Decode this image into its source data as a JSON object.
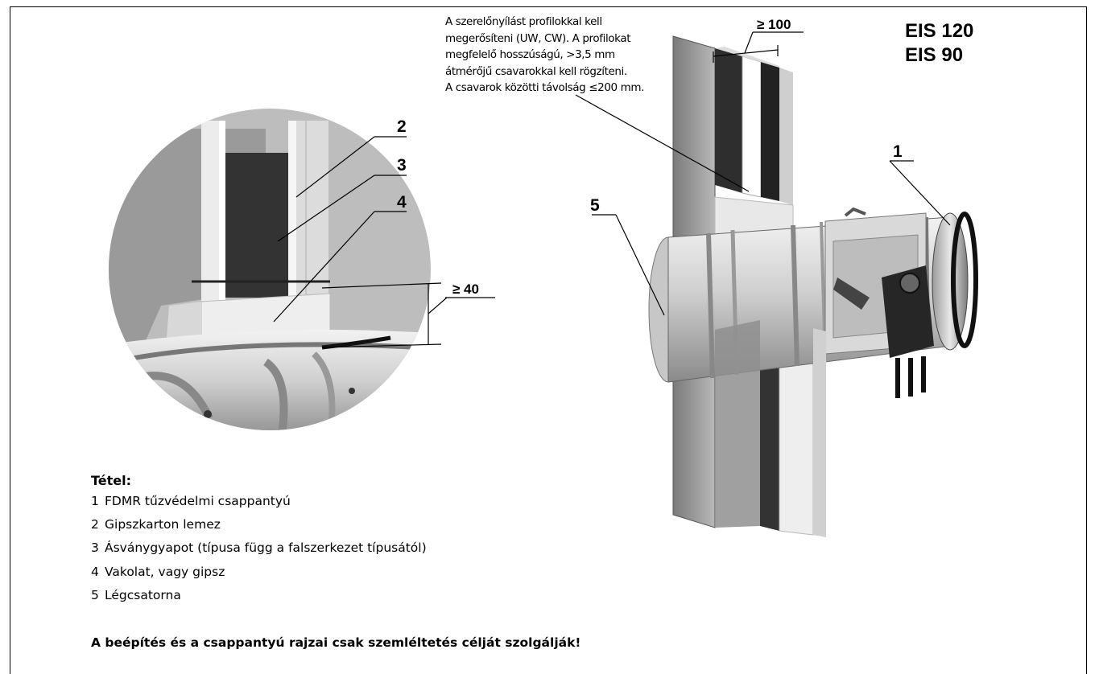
{
  "standards": [
    "EIS 120",
    "EIS 90"
  ],
  "note_lines": [
    "A szerelőnyílást profilokkal kell",
    "megerősíteni (UW, CW). A profilokat",
    "megfelelő hosszúságú, >3,5 mm",
    "átmérőjű csavarokkal kell rögzíteni.",
    "A csavarok közötti távolság ≤200 mm."
  ],
  "dimensions": {
    "min_100": "≥ 100",
    "min_40": "≥ 40"
  },
  "callouts": {
    "c1": "1",
    "c2": "2",
    "c3": "3",
    "c4": "4",
    "c5": "5"
  },
  "legend": {
    "title": "Tétel:",
    "items": [
      {
        "num": "1",
        "text": "FDMR tűzvédelmi csappantyú"
      },
      {
        "num": "2",
        "text": "Gipszkarton lemez"
      },
      {
        "num": "3",
        "text": "Ásványgyapot (típusa függ a falszerkezet típusától)"
      },
      {
        "num": "4",
        "text": "Vakolat, vagy gipsz"
      },
      {
        "num": "5",
        "text": "Légcsatorna"
      }
    ]
  },
  "footer": "A beépítés és a csappantyú rajzai csak szemléltetés célját szolgálják!"
}
